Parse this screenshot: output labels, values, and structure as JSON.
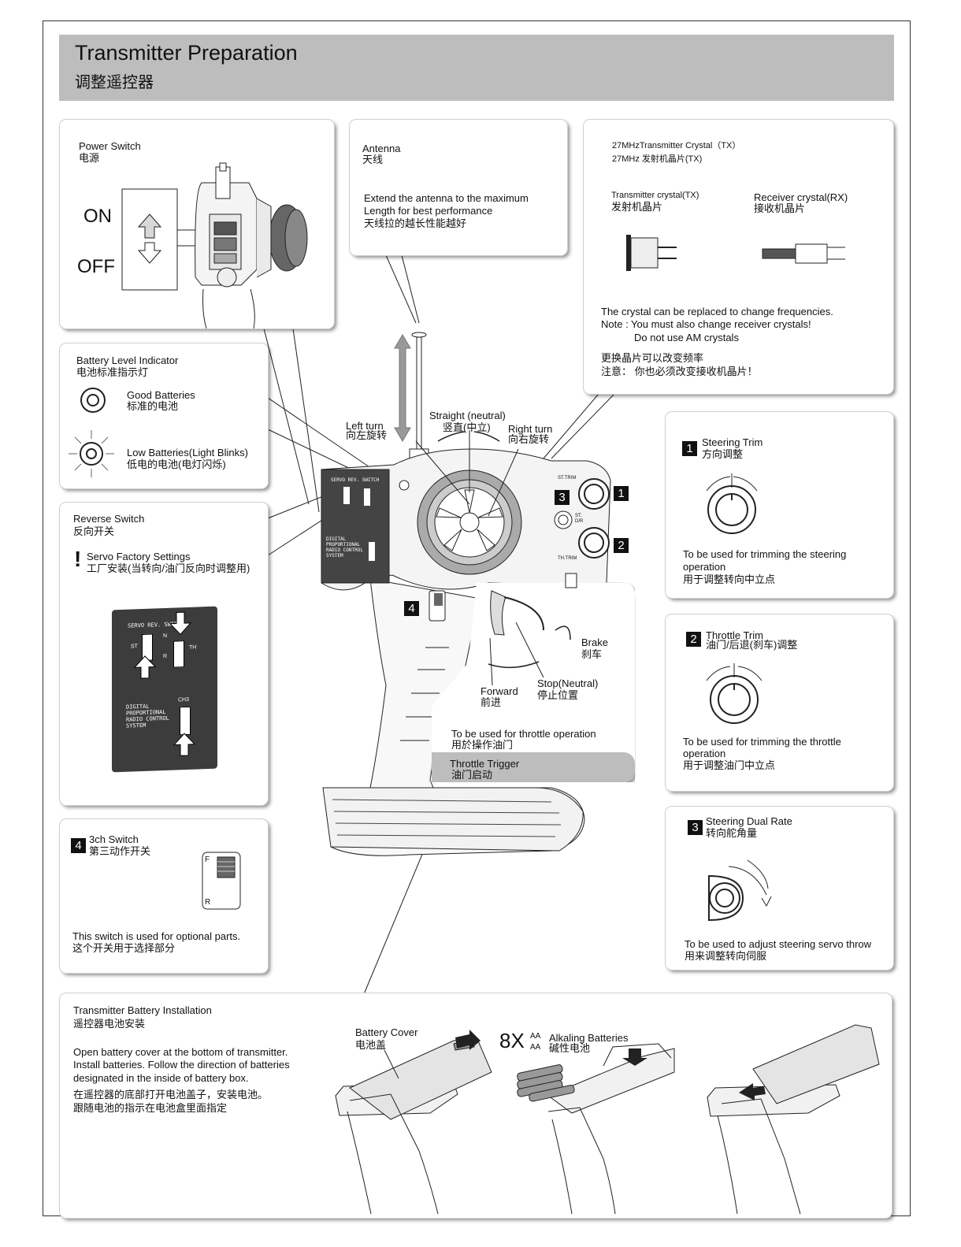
{
  "header": {
    "title_en": "Transmitter Preparation",
    "title_zh": "调整遥控器"
  },
  "power": {
    "title_en": "Power Switch",
    "title_zh": "电源",
    "on": "ON",
    "off": "OFF"
  },
  "antenna": {
    "title_en": "Antenna",
    "title_zh": "天线",
    "desc1": "Extend the antenna to the maximum",
    "desc2": "Length for best performance",
    "desc_zh": "天线拉的越长性能越好"
  },
  "crystal": {
    "title_en": "27MHzTransmitter Crystal（TX）",
    "title_zh": "27MHz 发射机晶片(TX)",
    "tx_en": "Transmitter crystal(TX)",
    "tx_zh": "发射机晶片",
    "rx_en": "Receiver crystal(RX)",
    "rx_zh": "接收机晶片",
    "note1": "The crystal can be replaced to change frequencies.",
    "note2": "Note : You must also change receiver crystals!",
    "note3": "Do not use AM crystals",
    "note_zh1": "更换晶片可以改变频率",
    "note_zh2": "注意：  你也必须改变接收机晶片！"
  },
  "battery_level": {
    "title_en": "Battery Level Indicator",
    "title_zh": "电池标准指示灯",
    "good_en": "Good Batteries",
    "good_zh": "标准的电池",
    "low_en": "Low Batteries(Light Blinks)",
    "low_zh": "低电的电池(电灯闪烁)"
  },
  "reverse": {
    "title_en": "Reverse Switch",
    "title_zh": "反向开关",
    "servo_en": "Servo Factory Settings",
    "servo_zh": "工厂安装(当转向/油门反向时调整用)",
    "panel_title": "SERVO REV. SWITCH",
    "panel_st": "ST",
    "panel_th": "TH",
    "panel_n": "N",
    "panel_r": "R",
    "panel_l1": "DIGITAL",
    "panel_l2": "PROPORTIONAL",
    "panel_l3": "RADIO CONTROL",
    "panel_l4": "SYSTEM",
    "panel_ch3": "CH3"
  },
  "switch3": {
    "num": "4",
    "title_en": "3ch Switch",
    "title_zh": "第三动作开关",
    "f": "F",
    "r": "R",
    "desc_en": "This switch is used for optional parts.",
    "desc_zh": "这个开关用于选择部分"
  },
  "wheel_labels": {
    "left_en": "Left turn",
    "left_zh": "向左旋转",
    "straight_en": "Straight (neutral)",
    "straight_zh": "竖直(中立)",
    "right_en": "Right turn",
    "right_zh": "向右旋转",
    "st_trim": "ST.TRIM",
    "th_trim": "TH.TRIM",
    "st_dr": "ST. D/R"
  },
  "trigger": {
    "brake_en": "Brake",
    "brake_zh": "刹车",
    "stop_en": "Stop(Neutral)",
    "stop_zh": "停止位置",
    "forward_en": "Forward",
    "forward_zh": "前进",
    "use_en": "To be used for throttle operation",
    "use_zh": "用於操作油门",
    "title_en": "Throttle Trigger",
    "title_zh": "油门启动"
  },
  "steering_trim": {
    "num": "1",
    "title_en": "Steering Trim",
    "title_zh": "方向调整",
    "desc1": "To be used for trimming the steering",
    "desc2": "operation",
    "desc_zh": "用于调整转向中立点"
  },
  "throttle_trim": {
    "num": "2",
    "title_en": "Throttle Trim",
    "title_zh": "油门/后退(刹车)调整",
    "desc1": "To be used for trimming the throttle",
    "desc2": "operation",
    "desc_zh": "用于调整油门中立点"
  },
  "dual_rate": {
    "num": "3",
    "title_en": "Steering Dual Rate",
    "title_zh": "转向舵角量",
    "desc_en": "To be used to adjust steering servo throw",
    "desc_zh": "用来调整转向伺服"
  },
  "battery_install": {
    "title_en": "Transmitter Battery Installation",
    "title_zh": "遥控器电池安装",
    "p1": "Open battery cover at the bottom of transmitter.",
    "p2": "Install batteries. Follow the direction of batteries",
    "p3": "designated in the inside of battery box.",
    "z1": "在遥控器的底部打开电池盖子，安装电池。",
    "z2": "跟随电池的指示在电池盒里面指定",
    "cover_en": "Battery Cover",
    "cover_zh": "电池盖",
    "count": "8X",
    "aa1_en": "AA",
    "aa1": "Alkaling Batteries",
    "aa2_en": "AA",
    "aa2": "碱性电池"
  }
}
